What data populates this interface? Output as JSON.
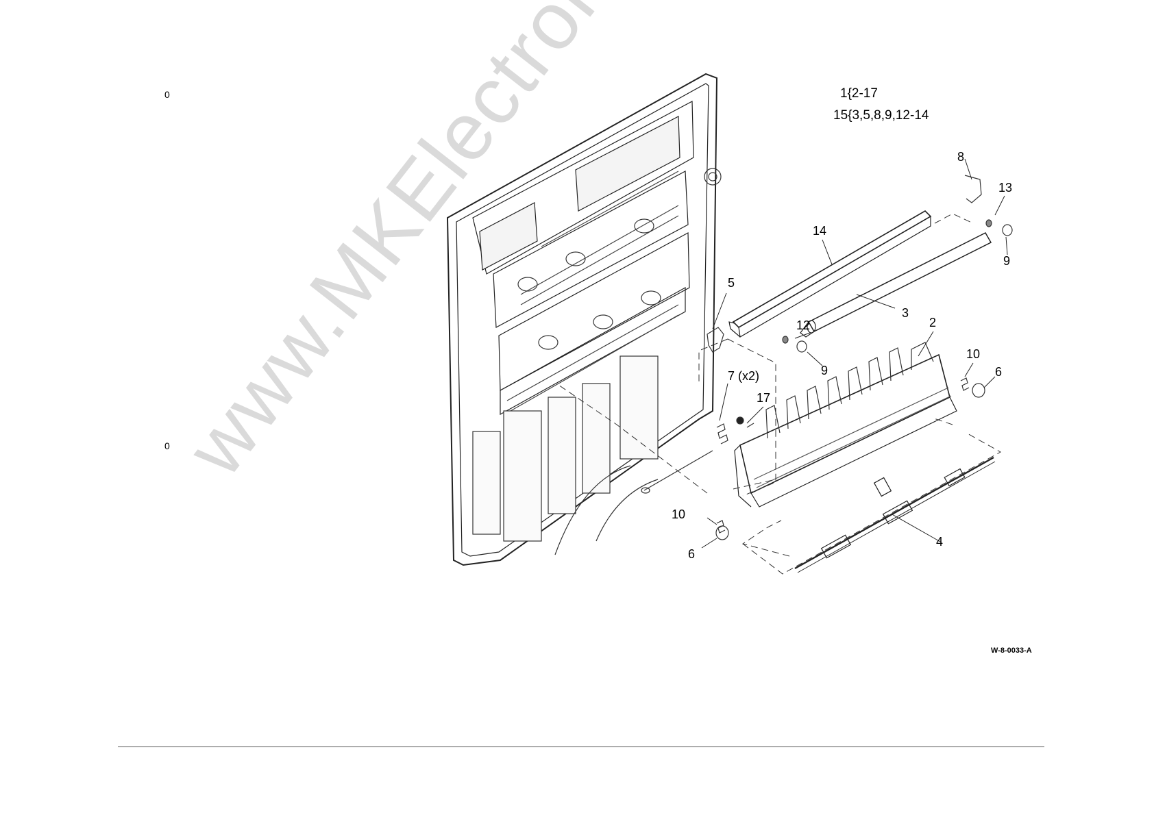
{
  "margin_markers": [
    "0",
    "0"
  ],
  "legend": {
    "line1": "1{2-17",
    "line2": "15{3,5,8,9,12-14"
  },
  "callouts": {
    "c2": "2",
    "c3": "3",
    "c4": "4",
    "c5": "5",
    "c6a": "6",
    "c6b": "6",
    "c7": "7 (x2)",
    "c8": "8",
    "c9a": "9",
    "c9b": "9",
    "c10a": "10",
    "c10b": "10",
    "c12": "12",
    "c13": "13",
    "c14": "14",
    "c17": "17"
  },
  "drawing_id": "W-8-0033-A",
  "watermark": "www.MKElectronic.de"
}
